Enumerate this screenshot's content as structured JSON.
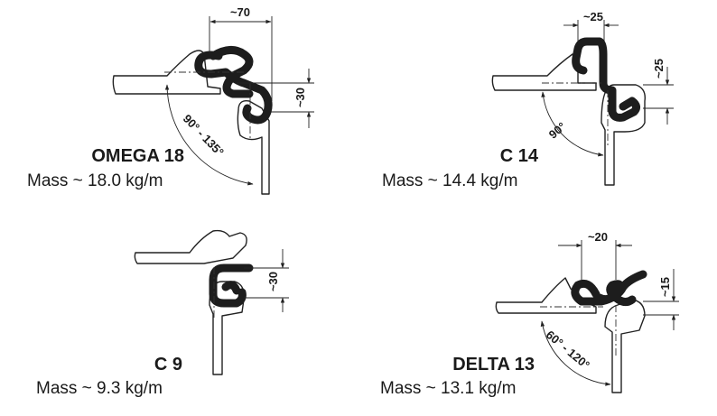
{
  "profiles": [
    {
      "name": "OMEGA 18",
      "mass": "Mass ~ 18.0 kg/m",
      "dims": [
        "~70",
        "~30"
      ],
      "angle": "90° - 135°"
    },
    {
      "name": "C 14",
      "mass": "Mass ~ 14.4 kg/m",
      "dims": [
        "~25",
        "~25"
      ],
      "angle": "90°"
    },
    {
      "name": "C 9",
      "mass": "Mass ~ 9.3 kg/m",
      "dims": [
        "~30"
      ],
      "angle": ""
    },
    {
      "name": "DELTA 13",
      "mass": "Mass ~ 13.1 kg/m",
      "dims": [
        "~20",
        "~15"
      ],
      "angle": "60° - 120°"
    }
  ],
  "colors": {
    "profile_fill": "#1d1d1d",
    "outline": "#222222",
    "background": "#ffffff"
  }
}
